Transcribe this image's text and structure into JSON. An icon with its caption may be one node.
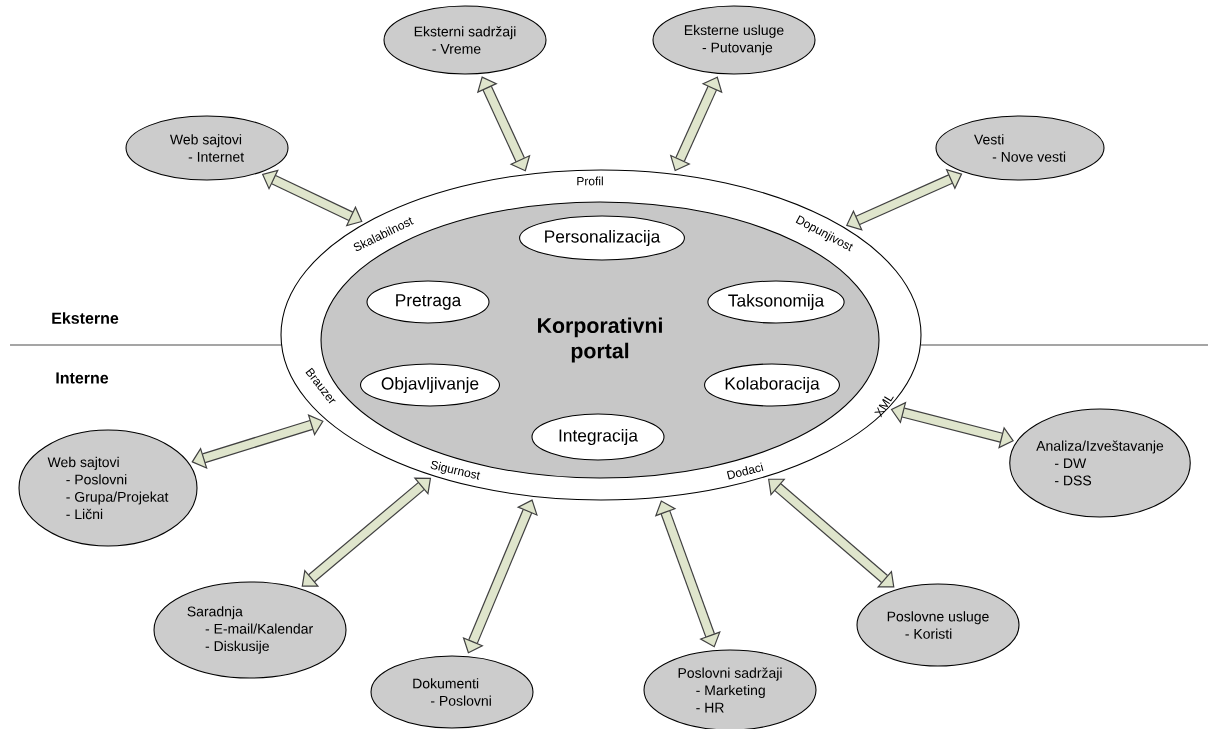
{
  "diagram": {
    "nodes": [
      {
        "text": [
          "Profil",
          "Skalabilnost",
          "Dopunjivost",
          "Brauzer",
          "XML",
          "Sigurnost",
          "Dodaci"
        ]
      },
      {
        "text": [
          "Korporativni portal"
        ],
        "in": 0
      },
      {
        "text": [
          "Personalizacija"
        ],
        "in": 1
      },
      {
        "text": [
          "Pretraga"
        ],
        "in": 1
      },
      {
        "text": [
          "Taksonomija"
        ],
        "in": 1
      },
      {
        "text": [
          "Objavljivanje"
        ],
        "in": 1
      },
      {
        "text": [
          "Kolaboracija"
        ],
        "in": 1
      },
      {
        "text": [
          "Integracija"
        ],
        "in": 1
      },
      {
        "text": [
          "Eksterni sadržaji",
          "- Vreme"
        ]
      },
      {
        "text": [
          "Eksterne usluge",
          "- Putovanje"
        ]
      },
      {
        "text": [
          "Web sajtovi",
          "- Internet"
        ]
      },
      {
        "text": [
          "Vesti",
          "- Nove vesti"
        ]
      },
      {
        "text": [
          "Analiza/Izveštavanje",
          "- DW",
          "- DSS"
        ]
      },
      {
        "text": [
          "Web sajtovi",
          "- Poslovni",
          "- Grupa/Projekat",
          "- Lični"
        ]
      },
      {
        "text": [
          "Poslovne usluge",
          "- Koristi"
        ]
      },
      {
        "text": [
          "Saradnja",
          "- E-mail/Kalendar",
          "- Diskusije"
        ]
      },
      {
        "text": [
          "Dokumenti",
          "- Poslovni"
        ]
      },
      {
        "text": [
          "Poslovni sadržaji",
          "- Marketing",
          "- HR"
        ]
      }
    ],
    "edges": [
      {
        "from": 8,
        "to": 0,
        "arrow": "both"
      },
      {
        "from": 9,
        "to": 0,
        "arrow": "both"
      },
      {
        "from": 10,
        "to": 0,
        "arrow": "both"
      },
      {
        "from": 11,
        "to": 0,
        "arrow": "both"
      },
      {
        "from": 12,
        "to": 0,
        "arrow": "both"
      },
      {
        "from": 13,
        "to": 0,
        "arrow": "both"
      },
      {
        "from": 14,
        "to": 0,
        "arrow": "both"
      },
      {
        "from": 15,
        "to": 0,
        "arrow": "both"
      },
      {
        "from": 16,
        "to": 0,
        "arrow": "both"
      },
      {
        "from": 17,
        "to": 0,
        "arrow": "both"
      }
    ],
    "labels": [
      "Eksterne",
      "Interne"
    ]
  }
}
